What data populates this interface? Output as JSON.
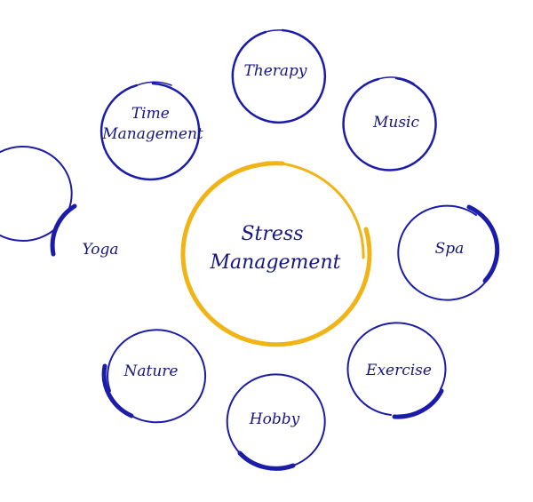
{
  "center": {
    "line1": "Stress",
    "line2": "Management"
  },
  "nodes": [
    {
      "key": "therapy",
      "lines": [
        "Therapy"
      ]
    },
    {
      "key": "music",
      "lines": [
        "Music"
      ]
    },
    {
      "key": "spa",
      "lines": [
        "Spa"
      ]
    },
    {
      "key": "exercise",
      "lines": [
        "Exercise"
      ]
    },
    {
      "key": "hobby",
      "lines": [
        "Hobby"
      ]
    },
    {
      "key": "nature",
      "lines": [
        "Nature"
      ]
    },
    {
      "key": "yoga",
      "lines": [
        "Yoga"
      ]
    },
    {
      "key": "time-management",
      "lines": [
        "Time",
        "Management"
      ]
    }
  ],
  "colors": {
    "node_ring": "#1c1caa",
    "node_text": "#161680",
    "center_ring": "#f0b416",
    "center_text": "#161680"
  }
}
